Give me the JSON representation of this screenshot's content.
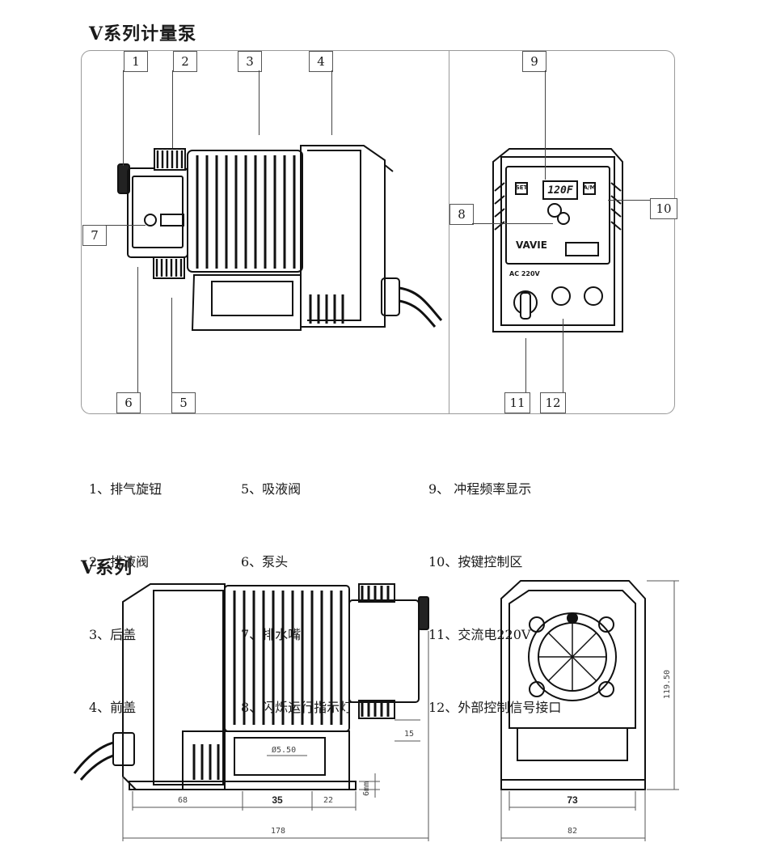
{
  "titles": {
    "top": "V系列计量泵",
    "bottom": "V系列"
  },
  "callouts": [
    "1",
    "2",
    "3",
    "4",
    "5",
    "6",
    "7",
    "8",
    "9",
    "10",
    "11",
    "12"
  ],
  "legend": [
    [
      "1、排气旋钮",
      "5、吸液阀",
      "9、 冲程频率显示"
    ],
    [
      "2、排液阀",
      "6、泵头",
      "10、按键控制区"
    ],
    [
      "3、后盖",
      "7、排水嘴",
      "11、交流电220V"
    ],
    [
      "4、前盖",
      "8、闪烁运行指示灯",
      "12、外部控制信号接口"
    ]
  ],
  "front_panel": {
    "display": "120F",
    "set_key": "SET",
    "am_key": "A/M",
    "brand": "VAVIE",
    "power_label": "AC 220V"
  },
  "dimensions": {
    "d68": "68",
    "d35": "35",
    "d22": "22",
    "d6": "6mm",
    "d178": "178",
    "d15": "15",
    "d550": "Ø5.50",
    "d73": "73",
    "d82": "82",
    "d11950": "119.50"
  }
}
